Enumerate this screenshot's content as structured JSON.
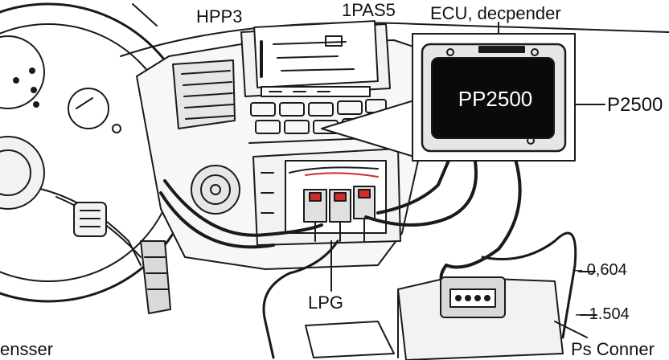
{
  "labels": {
    "hpp3": "HPP3",
    "pas5": "1PAS5",
    "ecu": "ECU, decpender",
    "p2500": "P2500",
    "lpg": "LPG",
    "val1": "– 0,604",
    "val2": "– 1.504",
    "ps_conner": "Ps Conner",
    "ensser": "ensser"
  },
  "ecu_screen_text": "PP2500",
  "colors": {
    "line": "#1a1a1a",
    "screen": "#0a0a0a",
    "connector_red": "#d12b2b",
    "fill_light": "#f2f2f2",
    "fill_mid": "#d9d9d9"
  }
}
